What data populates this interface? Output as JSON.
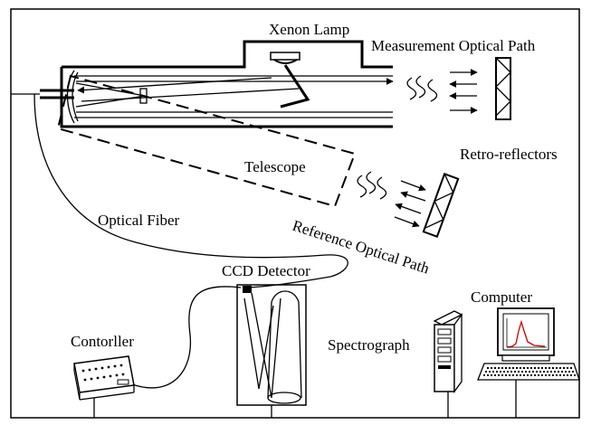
{
  "labels": {
    "xenon_lamp": "Xenon Lamp",
    "measurement_path": "Measurement Optical Path",
    "retro_reflectors": "Retro-reflectors",
    "telescope": "Telescope",
    "optical_fiber": "Optical Fiber",
    "reference_path": "Reference Optical Path",
    "ccd_detector": "CCD Detector",
    "controller": "Contorller",
    "spectrograph": "Spectrograph",
    "computer": "Computer"
  }
}
